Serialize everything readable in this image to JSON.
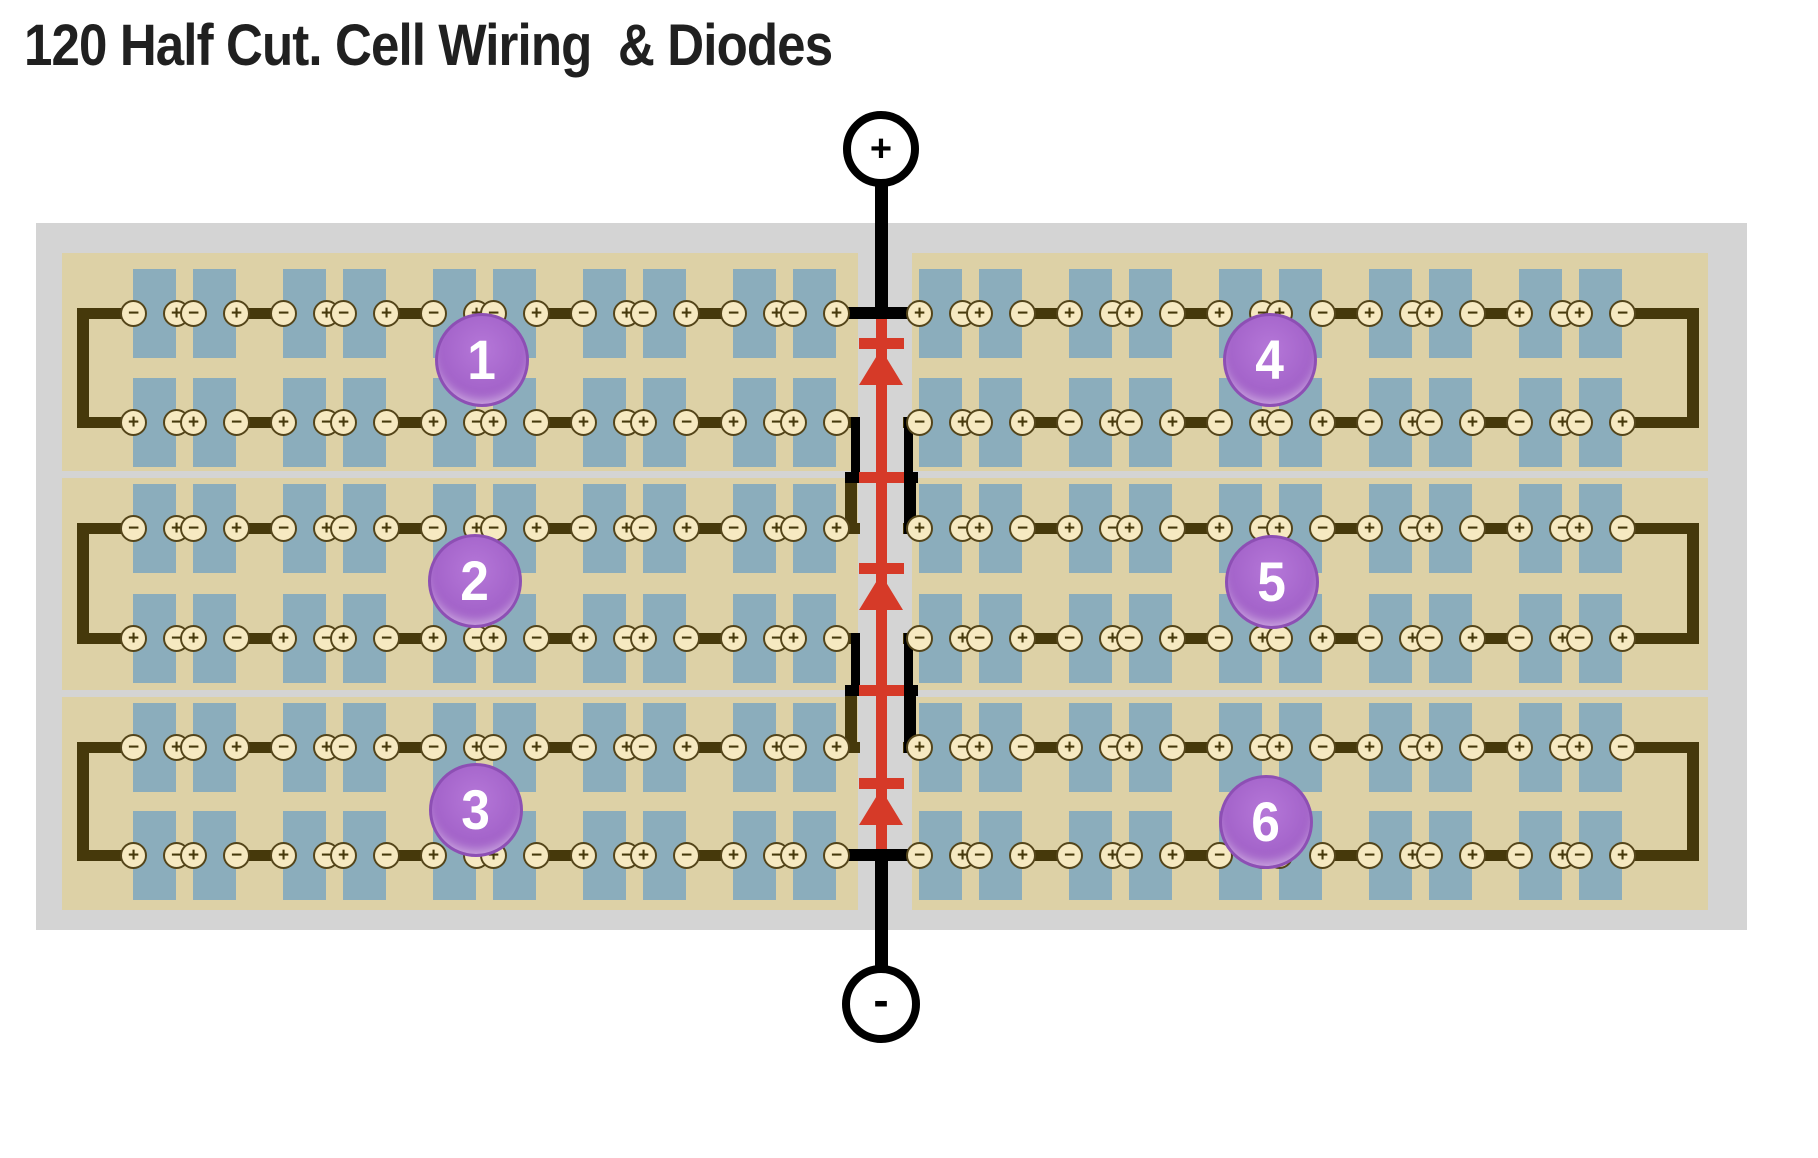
{
  "title": "120 Half Cut. Cell Wiring  & Diodes",
  "terminals": {
    "positive_label": "+",
    "negative_label": "-"
  },
  "strings": [
    {
      "label": "1"
    },
    {
      "label": "2"
    },
    {
      "label": "3"
    },
    {
      "label": "4"
    },
    {
      "label": "5"
    },
    {
      "label": "6"
    }
  ],
  "module": {
    "string_count": 6,
    "cells_per_string": 20,
    "cell_pairs_per_half_row": 5,
    "diode_count": 3,
    "sign_patterns": {
      "left": {
        "top": [
          "−",
          "+"
        ],
        "bottom": [
          "+",
          "−"
        ]
      },
      "right": {
        "top": [
          "+",
          "−"
        ],
        "bottom": [
          "−",
          "+"
        ]
      }
    }
  },
  "colors": {
    "backplate_gray": "#d4d4d4",
    "module_tan": "#ddd1a6",
    "cell_blue": "#8badbc",
    "wire_olive": "#46390b",
    "pad_fill": "#f6e9c1",
    "pad_border": "#54451a",
    "bus_black": "#000000",
    "diode_red": "#d63a28",
    "badge_purple": "#a565cb",
    "badge_border": "#8d4fb4",
    "title_color": "#202020"
  }
}
